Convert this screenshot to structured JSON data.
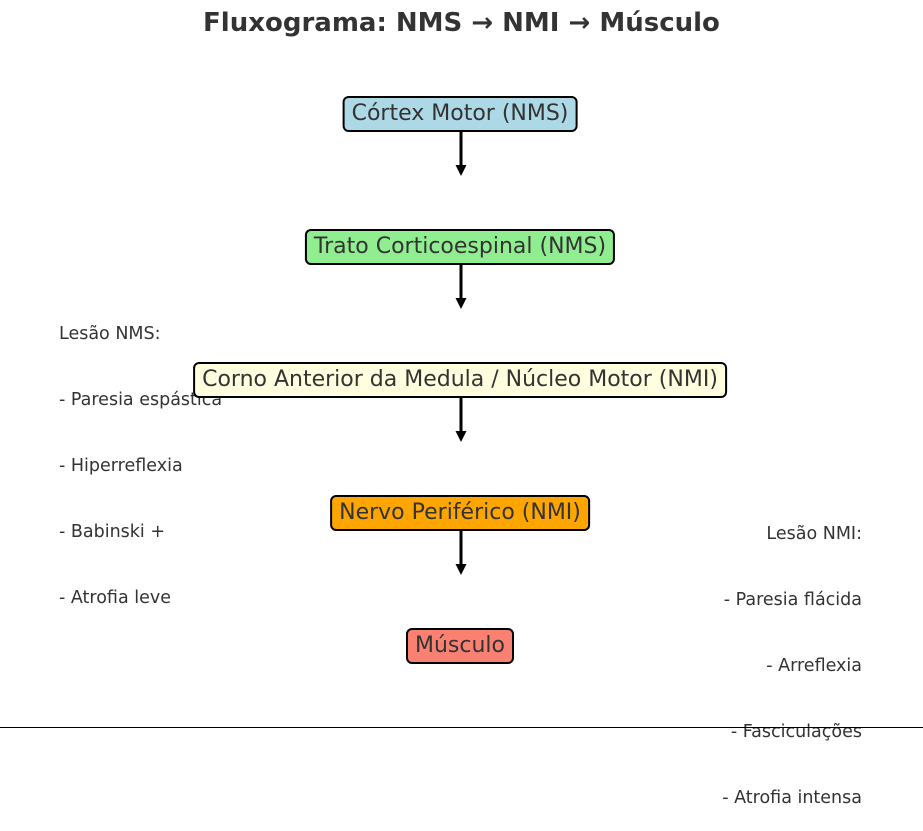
{
  "title": "Fluxograma: NMS → NMI → Músculo",
  "nodes": [
    {
      "label": "Córtex Motor (NMS)",
      "color": "#add8e6"
    },
    {
      "label": "Trato Corticoespinal (NMS)",
      "color": "#90ee90"
    },
    {
      "label": "Corno Anterior da Medula / Núcleo Motor (NMI)",
      "color": "#ffffe0"
    },
    {
      "label": "Nervo Periférico (NMI)",
      "color": "#ffa500"
    },
    {
      "label": "Músculo",
      "color": "#fa8072"
    }
  ],
  "notes": {
    "nms": {
      "heading": "Lesão NMS:",
      "items": [
        "- Paresia espástica",
        "- Hiperreflexia",
        "- Babinski +",
        "- Atrofia leve"
      ]
    },
    "nmi": {
      "heading": "Lesão NMI:",
      "items": [
        "- Paresia flácida",
        "- Arreflexia",
        "- Fasciculações",
        "- Atrofia intensa"
      ]
    }
  }
}
